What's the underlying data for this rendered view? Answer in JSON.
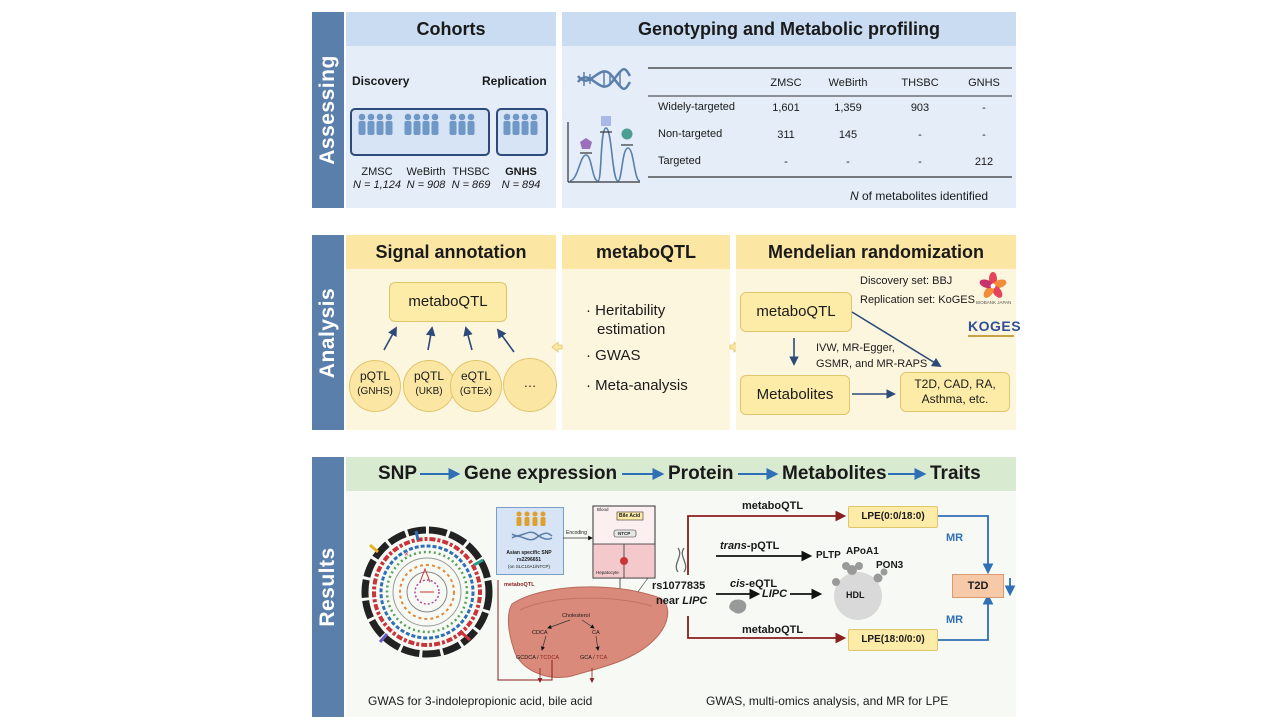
{
  "side_labels": {
    "assessing": "Assessing",
    "analysis": "Analysis",
    "results": "Results"
  },
  "cohorts": {
    "title": "Cohorts",
    "discovery": "Discovery",
    "replication": "Replication",
    "items": [
      {
        "name": "ZMSC",
        "n": "N = 1,124"
      },
      {
        "name": "WeBirth",
        "n": "N = 908"
      },
      {
        "name": "THSBC",
        "n": "N = 869"
      },
      {
        "name": "GNHS",
        "n": "N = 894"
      }
    ]
  },
  "genotyping": {
    "title": "Genotyping and Metabolic profiling",
    "columns": [
      "ZMSC",
      "WeBirth",
      "THSBC",
      "GNHS"
    ],
    "rows": [
      {
        "label": "Widely-targeted",
        "values": [
          "1,601",
          "1,359",
          "903",
          "-"
        ]
      },
      {
        "label": "Non-targeted",
        "values": [
          "311",
          "145",
          "-",
          "-"
        ]
      },
      {
        "label": "Targeted",
        "values": [
          "-",
          "-",
          "-",
          "212"
        ]
      }
    ],
    "footnote_n": "N",
    "footnote_text": " of metabolites identified"
  },
  "signal": {
    "title": "Signal annotation",
    "center": "metaboQTL",
    "circles": [
      {
        "l1": "pQTL",
        "l2": "(GNHS)"
      },
      {
        "l1": "pQTL",
        "l2": "(UKB)"
      },
      {
        "l1": "eQTL",
        "l2": "(GTEx)"
      },
      {
        "l1": "…",
        "l2": ""
      }
    ]
  },
  "metaboqtl": {
    "title": "metaboQTL",
    "items": [
      "Heritability",
      "estimation",
      "GWAS",
      "Meta-analysis"
    ]
  },
  "mr": {
    "title": "Mendelian randomization",
    "discovery_set": "Discovery set: BBJ",
    "replication_set": "Replication set: KoGES",
    "box1": "metaboQTL",
    "methods": [
      "IVW, MR-Egger,",
      "GSMR, and MR-RAPS"
    ],
    "box2": "Metabolites",
    "box3": [
      "T2D, CAD, RA,",
      "Asthma, etc."
    ],
    "logo1": "BIOBANK JAPAN",
    "logo2": "KOGES"
  },
  "results": {
    "pipeline": [
      "SNP",
      "Gene expression",
      "Protein",
      "Metabolites",
      "Traits"
    ],
    "snp_box": [
      "Asian specific SNP",
      "rs2296651",
      "(on SLC10A1/NTCP)"
    ],
    "encoding": "Encoding",
    "blood": "Blood",
    "bile_acid": "Bile Acid",
    "ntcp": "NTCP",
    "hepatocyte": "Hepatocyte",
    "liver_labels": {
      "metaboqtl": "metaboQTL",
      "cholesterol": "Cholesterol",
      "cdca": "CDCA",
      "ca": "CA",
      "gcdca": "GCDCA",
      "tcdca": "TCDCA",
      "gca": "GCA",
      "tca": "TCA"
    },
    "caption_left": "GWAS for 3-indolepropionic acid, bile acid",
    "snp": "rs1077835",
    "near": "near ",
    "gene": "LIPC",
    "arrows": {
      "top": "metaboQTL",
      "trans_italic": "trans",
      "trans_rest": "-pQTL",
      "cis_italic": "cis",
      "cis_rest": "-eQTL",
      "bottom": "metaboQTL"
    },
    "pltp": "PLTP",
    "apoa1": "APoA1",
    "pon3": "PON3",
    "lipc": "LIPC",
    "hdl": "HDL",
    "lpe_top": "LPE(0:0/18:0)",
    "lpe_bottom": "LPE(18:0/0:0)",
    "mr_top": "MR",
    "mr_bottom": "MR",
    "t2d": "T2D",
    "caption_right": "GWAS, multi-omics analysis, and MR for LPE"
  }
}
